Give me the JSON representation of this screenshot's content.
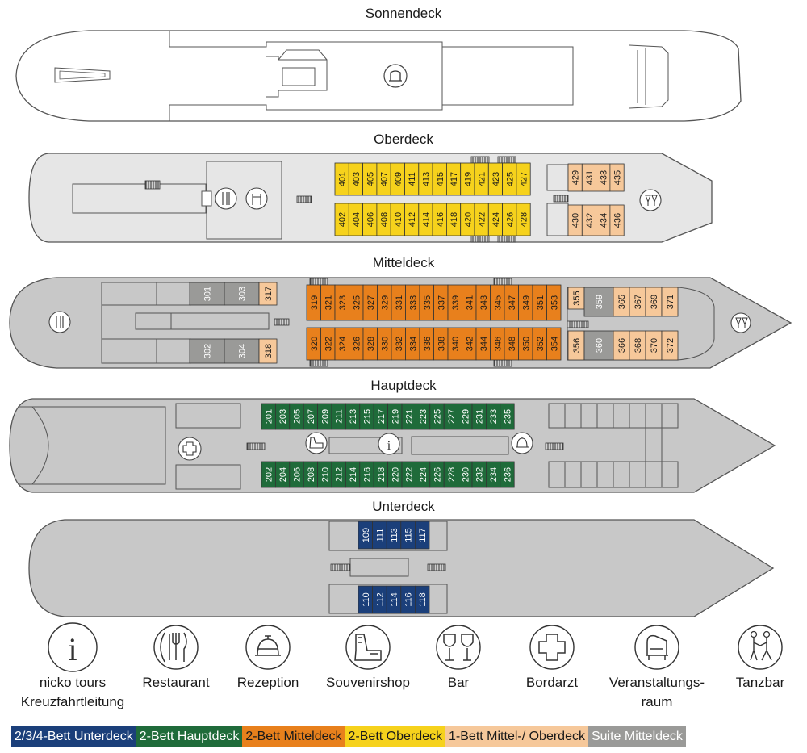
{
  "decks": {
    "sonnendeck": {
      "title": "Sonnendeck"
    },
    "oberdeck": {
      "title": "Oberdeck"
    },
    "mitteldeck": {
      "title": "Mitteldeck"
    },
    "hauptdeck": {
      "title": "Hauptdeck"
    },
    "unterdeck": {
      "title": "Unterdeck"
    }
  },
  "cabins": {
    "ober_top": [
      "401",
      "403",
      "405",
      "407",
      "409",
      "411",
      "413",
      "415",
      "417",
      "419",
      "421",
      "423",
      "425",
      "427"
    ],
    "ober_bottom": [
      "402",
      "404",
      "406",
      "408",
      "410",
      "412",
      "414",
      "416",
      "418",
      "420",
      "422",
      "424",
      "426",
      "428"
    ],
    "ober_single_top": [
      "429",
      "431",
      "433",
      "435"
    ],
    "ober_single_bottom": [
      "430",
      "432",
      "434",
      "436"
    ],
    "mittel_suite_top": [
      "301",
      "303"
    ],
    "mittel_suite_bottom": [
      "302",
      "304"
    ],
    "mittel_single_fwd_top": [
      "317"
    ],
    "mittel_single_fwd_bottom": [
      "318"
    ],
    "mittel_top": [
      "319",
      "321",
      "323",
      "325",
      "327",
      "329",
      "331",
      "333",
      "335",
      "337",
      "339",
      "341",
      "343",
      "345",
      "347",
      "349",
      "351",
      "353"
    ],
    "mittel_bottom": [
      "320",
      "322",
      "324",
      "326",
      "328",
      "330",
      "332",
      "334",
      "336",
      "338",
      "340",
      "342",
      "344",
      "346",
      "348",
      "350",
      "352",
      "354"
    ],
    "mittel_single_top_a": [
      "355"
    ],
    "mittel_suite_top_aft": [
      "359"
    ],
    "mittel_single_top_b": [
      "365",
      "367",
      "369",
      "371"
    ],
    "mittel_single_bottom_a": [
      "356"
    ],
    "mittel_suite_bottom_aft": [
      "360"
    ],
    "mittel_single_bottom_b": [
      "366",
      "368",
      "370",
      "372"
    ],
    "haupt_top": [
      "201",
      "203",
      "205",
      "207",
      "209",
      "211",
      "213",
      "215",
      "217",
      "219",
      "221",
      "223",
      "225",
      "227",
      "229",
      "231",
      "233",
      "235"
    ],
    "haupt_bottom": [
      "202",
      "204",
      "206",
      "208",
      "210",
      "212",
      "214",
      "216",
      "218",
      "220",
      "222",
      "224",
      "226",
      "228",
      "230",
      "232",
      "234",
      "236"
    ],
    "unter_top": [
      "109",
      "111",
      "113",
      "115",
      "117"
    ],
    "unter_bottom": [
      "110",
      "112",
      "114",
      "116",
      "118"
    ]
  },
  "legend": [
    {
      "label1": "nicko tours",
      "label2": "Kreuzfahrtleitung",
      "icon": "info-icon"
    },
    {
      "label1": "Restaurant",
      "label2": "",
      "icon": "restaurant-icon"
    },
    {
      "label1": "Rezeption",
      "label2": "",
      "icon": "reception-bell-icon"
    },
    {
      "label1": "Souvenirshop",
      "label2": "",
      "icon": "cash-register-icon"
    },
    {
      "label1": "Bar",
      "label2": "",
      "icon": "wine-glasses-icon"
    },
    {
      "label1": "Bordarzt",
      "label2": "",
      "icon": "medical-cross-icon"
    },
    {
      "label1": "Veranstaltungs-",
      "label2": "raum",
      "icon": "armchair-icon"
    },
    {
      "label1": "Tanzbar",
      "label2": "",
      "icon": "dancing-couple-icon"
    }
  ],
  "key": [
    {
      "label": "2/3/4-Bett Unterdeck",
      "color": "#1b3f7a",
      "text_color": "#ffffff"
    },
    {
      "label": "2-Bett Hauptdeck",
      "color": "#1f6b3a",
      "text_color": "#ffffff"
    },
    {
      "label": "2-Bett Mitteldeck",
      "color": "#e8801c",
      "text_color": "#1a1a1a"
    },
    {
      "label": "2-Bett Oberdeck",
      "color": "#f6d21c",
      "text_color": "#1a1a1a"
    },
    {
      "label": "1-Bett Mittel-/ Oberdeck",
      "color": "#f6c89a",
      "text_color": "#1a1a1a"
    },
    {
      "label": "Suite Mitteldeck",
      "color": "#9a9a98",
      "text_color": "#ffffff"
    }
  ],
  "colors": {
    "unterdeck": "#1b3f7a",
    "hauptdeck": "#1f6b3a",
    "mitteldeck": "#e8801c",
    "oberdeck": "#f6d21c",
    "single": "#f6c89a",
    "suite": "#9a9a98",
    "hull_grey": "#c8c8c8",
    "hull_light": "#e6e6e6",
    "hull_white": "#ffffff"
  }
}
